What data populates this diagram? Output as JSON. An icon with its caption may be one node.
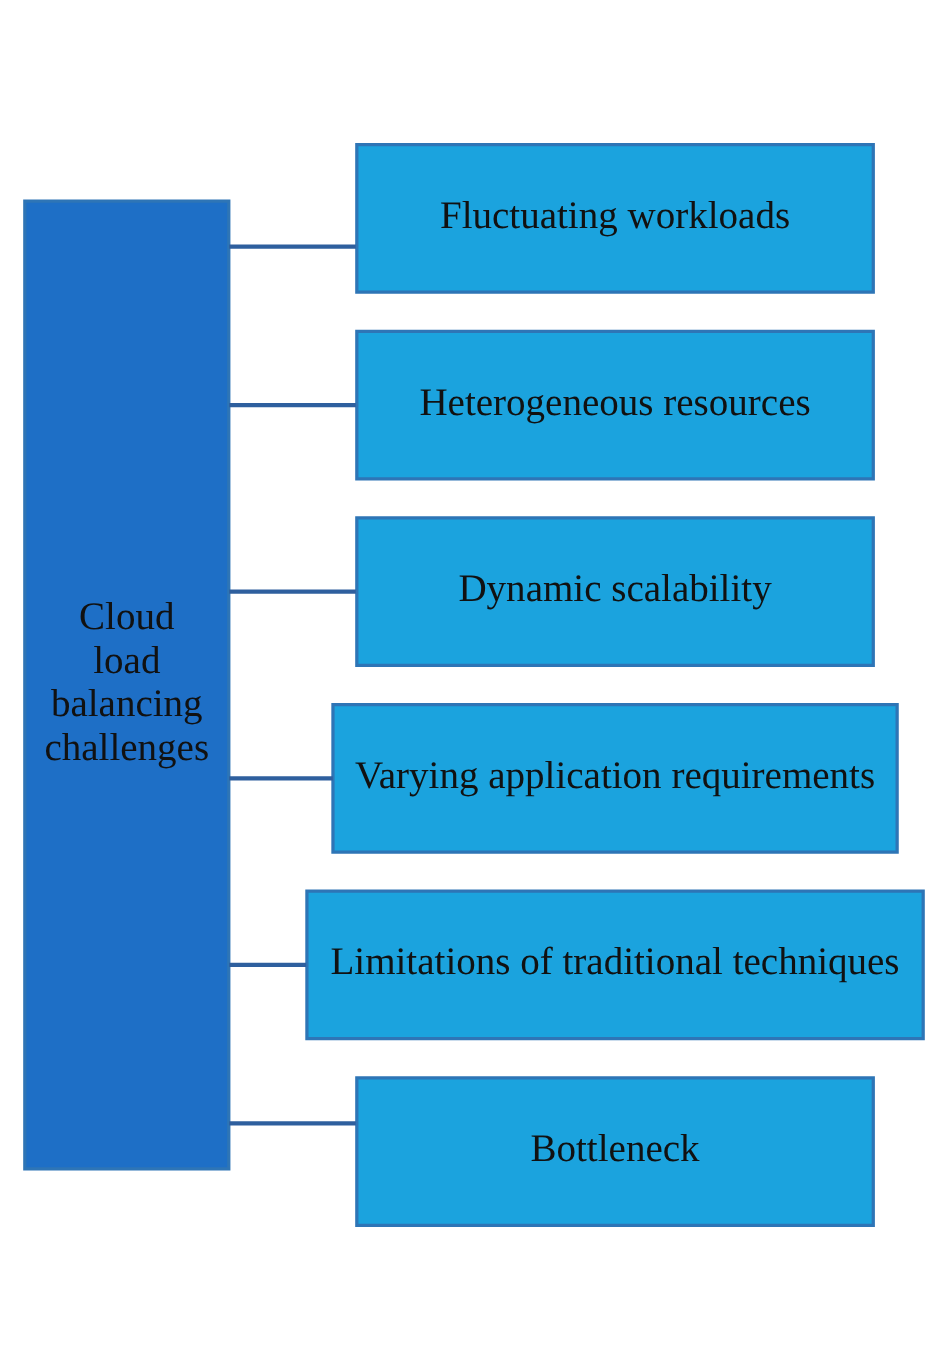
{
  "diagram": {
    "nodes": [
      {
        "text": [
          "Cloud load balancing challenges"
        ]
      },
      {
        "text": [
          "Fluctuating workloads"
        ]
      },
      {
        "text": [
          "Heterogeneous resources"
        ]
      },
      {
        "text": [
          "Dynamic scalability"
        ]
      },
      {
        "text": [
          "Varying application requirements"
        ]
      },
      {
        "text": [
          "Limitations of traditional techniques"
        ]
      },
      {
        "text": [
          "Bottleneck"
        ]
      }
    ],
    "edges": [
      {
        "from": 0,
        "to": 1,
        "arrow": "none"
      },
      {
        "from": 0,
        "to": 2,
        "arrow": "none"
      },
      {
        "from": 0,
        "to": 3,
        "arrow": "none"
      },
      {
        "from": 0,
        "to": 4,
        "arrow": "none"
      },
      {
        "from": 0,
        "to": 5,
        "arrow": "none"
      },
      {
        "from": 0,
        "to": 6,
        "arrow": "none"
      }
    ]
  }
}
